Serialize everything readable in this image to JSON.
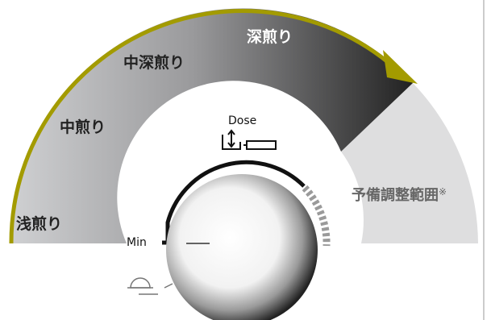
{
  "roast_levels": {
    "light": "浅煎り",
    "medium": "中煎り",
    "medium_dark": "中深煎り",
    "dark": "深煎り"
  },
  "reserve_range": {
    "label": "予備調整範囲",
    "note_mark": "※"
  },
  "dose": {
    "label": "Dose"
  },
  "min_label": "Min",
  "colors": {
    "arc_outline": "#a39b00",
    "gradient_light": "#c8c8ca",
    "gradient_dark": "#2b2b2b",
    "reserve_fill": "#dededf",
    "ink": "#111111"
  },
  "icons": [
    "dose-arrow-icon",
    "portafilter-icon",
    "bean-level-icon"
  ]
}
